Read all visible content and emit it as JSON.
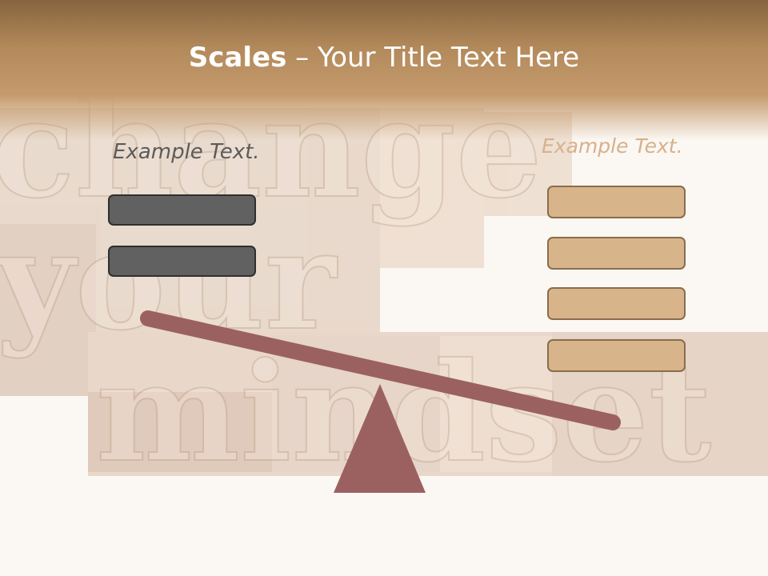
{
  "title": {
    "bold": "Scales",
    "rest": " – Your Title Text Here"
  },
  "left": {
    "label": "Example Text.",
    "boxes": 2
  },
  "right": {
    "label": "Example Text.",
    "boxes": 4
  },
  "background_words": [
    "change",
    "your",
    "mindset"
  ],
  "colors": {
    "header": "#b38a5b",
    "dark_box": "#616161",
    "tan_box": "#d8b48a",
    "beam": "#9b6161",
    "label_left": "#5d5b5a",
    "label_right": "#d7b18a"
  }
}
